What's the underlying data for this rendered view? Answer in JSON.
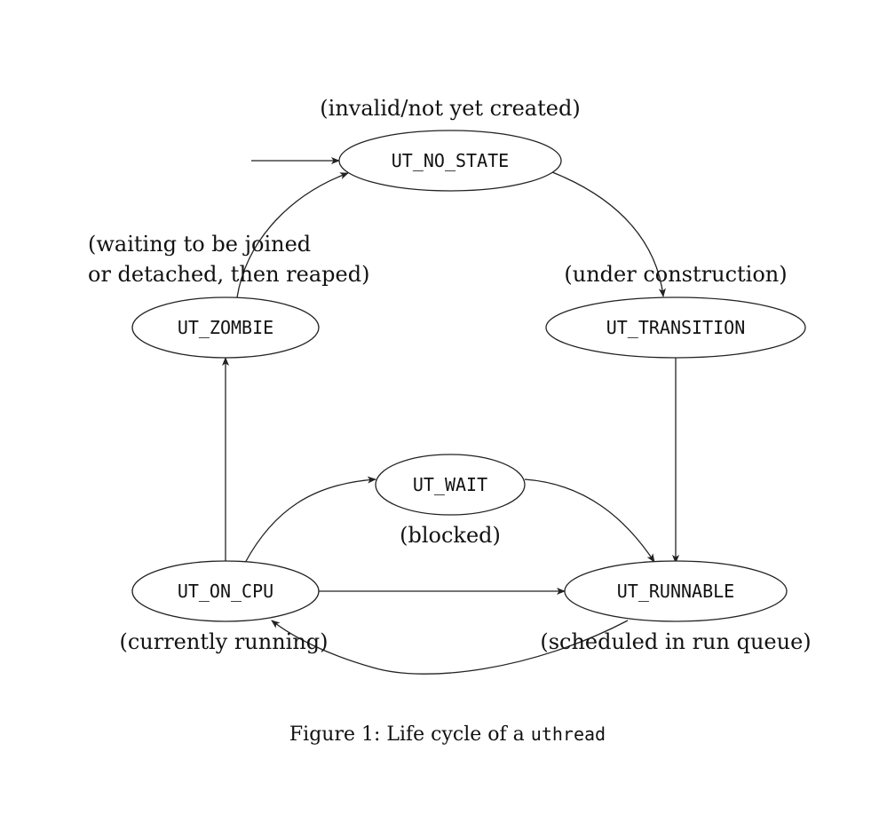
{
  "states": {
    "no_state": "UT_NO_STATE",
    "transition": "UT_TRANSITION",
    "zombie": "UT_ZOMBIE",
    "wait": "UT_WAIT",
    "on_cpu": "UT_ON_CPU",
    "runnable": "UT_RUNNABLE"
  },
  "annotations": {
    "no_state": "(invalid/not yet created)",
    "zombie_line1": "(waiting to be joined",
    "zombie_line2": "or detached, then reaped)",
    "transition": "(under construction)",
    "wait": "(blocked)",
    "on_cpu": "(currently running)",
    "runnable": "(scheduled in run queue)"
  },
  "caption": {
    "prefix": "Figure 1: Life cycle of a ",
    "code": "uthread"
  },
  "edges": [
    {
      "from": "start",
      "to": "UT_NO_STATE"
    },
    {
      "from": "UT_NO_STATE",
      "to": "UT_TRANSITION"
    },
    {
      "from": "UT_TRANSITION",
      "to": "UT_RUNNABLE"
    },
    {
      "from": "UT_ZOMBIE",
      "to": "UT_NO_STATE"
    },
    {
      "from": "UT_ON_CPU",
      "to": "UT_ZOMBIE"
    },
    {
      "from": "UT_ON_CPU",
      "to": "UT_WAIT"
    },
    {
      "from": "UT_WAIT",
      "to": "UT_RUNNABLE"
    },
    {
      "from": "UT_ON_CPU",
      "to": "UT_RUNNABLE"
    },
    {
      "from": "UT_RUNNABLE",
      "to": "UT_ON_CPU"
    }
  ]
}
